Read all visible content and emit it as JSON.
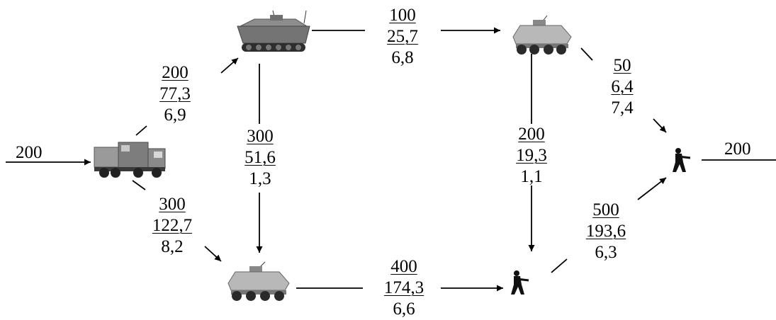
{
  "input_flow": "200",
  "output_flow": "200",
  "icons": {
    "truck": "military-truck-icon",
    "apc_tracked": "tracked-apc-icon",
    "apc_top": "wheeled-apc-icon",
    "apc_bottom": "wheeled-apc-icon",
    "soldier_mid": "soldier-icon",
    "soldier_right": "soldier-icon"
  },
  "edges": [
    {
      "id": "truck-to-tracked",
      "values": [
        "200",
        "77,3",
        "6,9"
      ]
    },
    {
      "id": "truck-to-apc-bottom",
      "values": [
        "300",
        "122,7",
        "8,2"
      ]
    },
    {
      "id": "tracked-to-apc-top",
      "values": [
        "100",
        "25,7",
        "6,8"
      ]
    },
    {
      "id": "tracked-to-apc-bottom",
      "values": [
        "300",
        "51,6",
        "1,3"
      ]
    },
    {
      "id": "apc-top-to-soldier-right",
      "values": [
        "50",
        "6,4",
        "7,4"
      ]
    },
    {
      "id": "apc-top-to-soldier-mid",
      "values": [
        "200",
        "19,3",
        "1,1"
      ]
    },
    {
      "id": "apc-bottom-to-soldier-mid",
      "values": [
        "400",
        "174,3",
        "6,6"
      ]
    },
    {
      "id": "soldier-mid-to-soldier-right",
      "values": [
        "500",
        "193,6",
        "6,3"
      ]
    }
  ]
}
